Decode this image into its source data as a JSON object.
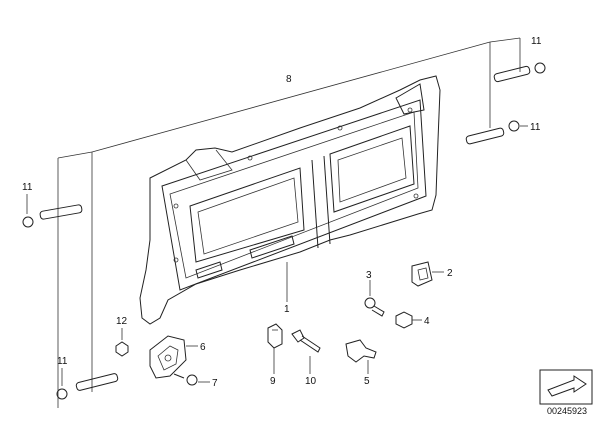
{
  "diagram": {
    "title": "",
    "diagram_id": "00245923",
    "callouts": {
      "p1": "1",
      "p2": "2",
      "p3": "3",
      "p4": "4",
      "p5": "5",
      "p6": "6",
      "p7": "7",
      "p8": "8",
      "p9": "9",
      "p10": "10",
      "p11a": "11",
      "p11b": "11",
      "p11c": "11",
      "p11d": "11",
      "p12": "12"
    },
    "icons": {
      "main_part": "tailgate-inner-panel-icon",
      "corner_arrow": "arrow-icon"
    }
  }
}
